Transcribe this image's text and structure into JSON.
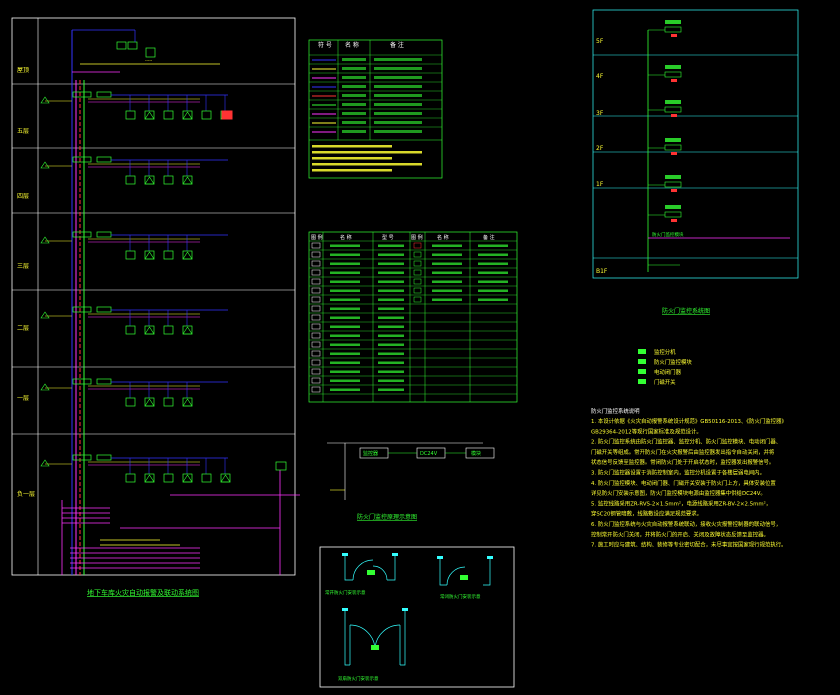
{
  "riser": {
    "title": "地下车库火灾自动报警及联动系统图",
    "floors": [
      "屋顶",
      "五层",
      "四层",
      "三层",
      "二层",
      "一层",
      "负一层"
    ]
  },
  "legend_top": {
    "headers": [
      "符 号",
      "名 称",
      "备 注"
    ]
  },
  "legend_table": {
    "headers": [
      "图 例",
      "名 称",
      "型 号",
      "图 例",
      "名 称",
      "备 注"
    ]
  },
  "door_riser": {
    "floors": [
      "5F",
      "4F",
      "3F",
      "2F",
      "1F",
      "B1F"
    ],
    "caption": "防火门监控系统图",
    "branch": "防火门监控模块"
  },
  "control_detail": {
    "caption": "防火门监控原理示意图",
    "nodes": [
      "监控器",
      "DC24V",
      "模块"
    ]
  },
  "door_detail": {
    "labels": [
      "常开防火门安装示意",
      "常闭防火门安装示意",
      "双扇防火门安装示意"
    ]
  },
  "notes": {
    "legend": [
      "监控分机",
      "防火门监控模块",
      "电动闭门器",
      "门磁开关"
    ],
    "title": "防火门监控系统说明",
    "lines": [
      "1. 本设计依据《火灾自动报警系统设计规范》GB50116-2013、《防火门监控器》",
      "GB29364-2012等现行国家标准及规范设计。",
      "2. 防火门监控系统由防火门监控器、监控分机、防火门监控模块、电动闭门器、",
      "门磁开关等组成。常开防火门在火灾报警后由监控器发出指令自动关闭，并将",
      "状态信号反馈至监控器。常闭防火门处于开启状态时，监控器发出报警信号。",
      "3. 防火门监控器设置于消防控制室内，监控分机设置于各楼层弱电间内。",
      "4. 防火门监控模块、电动闭门器、门磁开关安装于防火门上方，具体安装位置",
      "详见防火门安装示意图，防火门监控模块电源由监控器集中供给DC24V。",
      "5. 监控线路采用ZR-RVS-2×1.5mm²，电源线路采用ZR-BV-2×2.5mm²，",
      "穿SC20钢管暗敷，线路敷设应满足规范要求。",
      "6. 防火门监控系统与火灾自动报警系统联动，接收火灾报警控制器的联动信号，",
      "控制常开防火门关闭，并将防火门的开启、关闭及故障状态反馈至监控器。",
      "7. 施工时应与建筑、结构、装修等专业密切配合，未尽事宜按国家现行规范执行。"
    ]
  }
}
